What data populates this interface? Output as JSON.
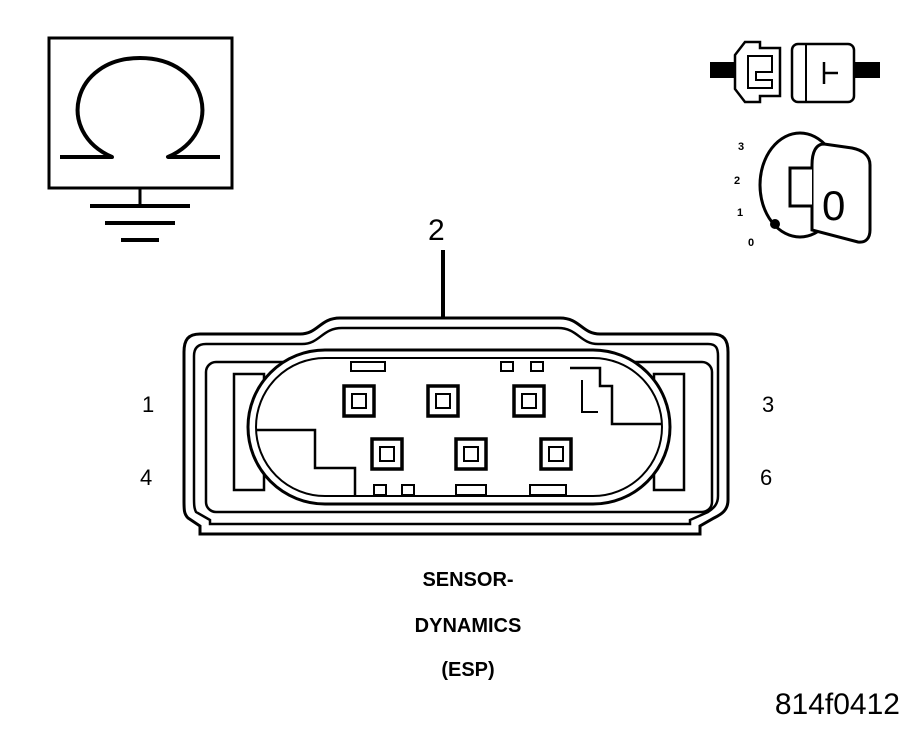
{
  "symbols": {
    "left": "ohmmeter-to-ground-icon",
    "top_right_1": "connector-disconnected-icon",
    "top_right_2": "ignition-key-icon"
  },
  "ignition": {
    "positions": [
      "3",
      "2",
      "1",
      "0"
    ],
    "key_symbol": "0"
  },
  "connector": {
    "callout_pin": "2",
    "pin_labels": {
      "top_left": "1",
      "top_right": "3",
      "bottom_left": "4",
      "bottom_right": "6"
    }
  },
  "caption": {
    "line1": "SENSOR-",
    "line2": "DYNAMICS",
    "line3": "(ESP)"
  },
  "figure_id": "814f0412"
}
